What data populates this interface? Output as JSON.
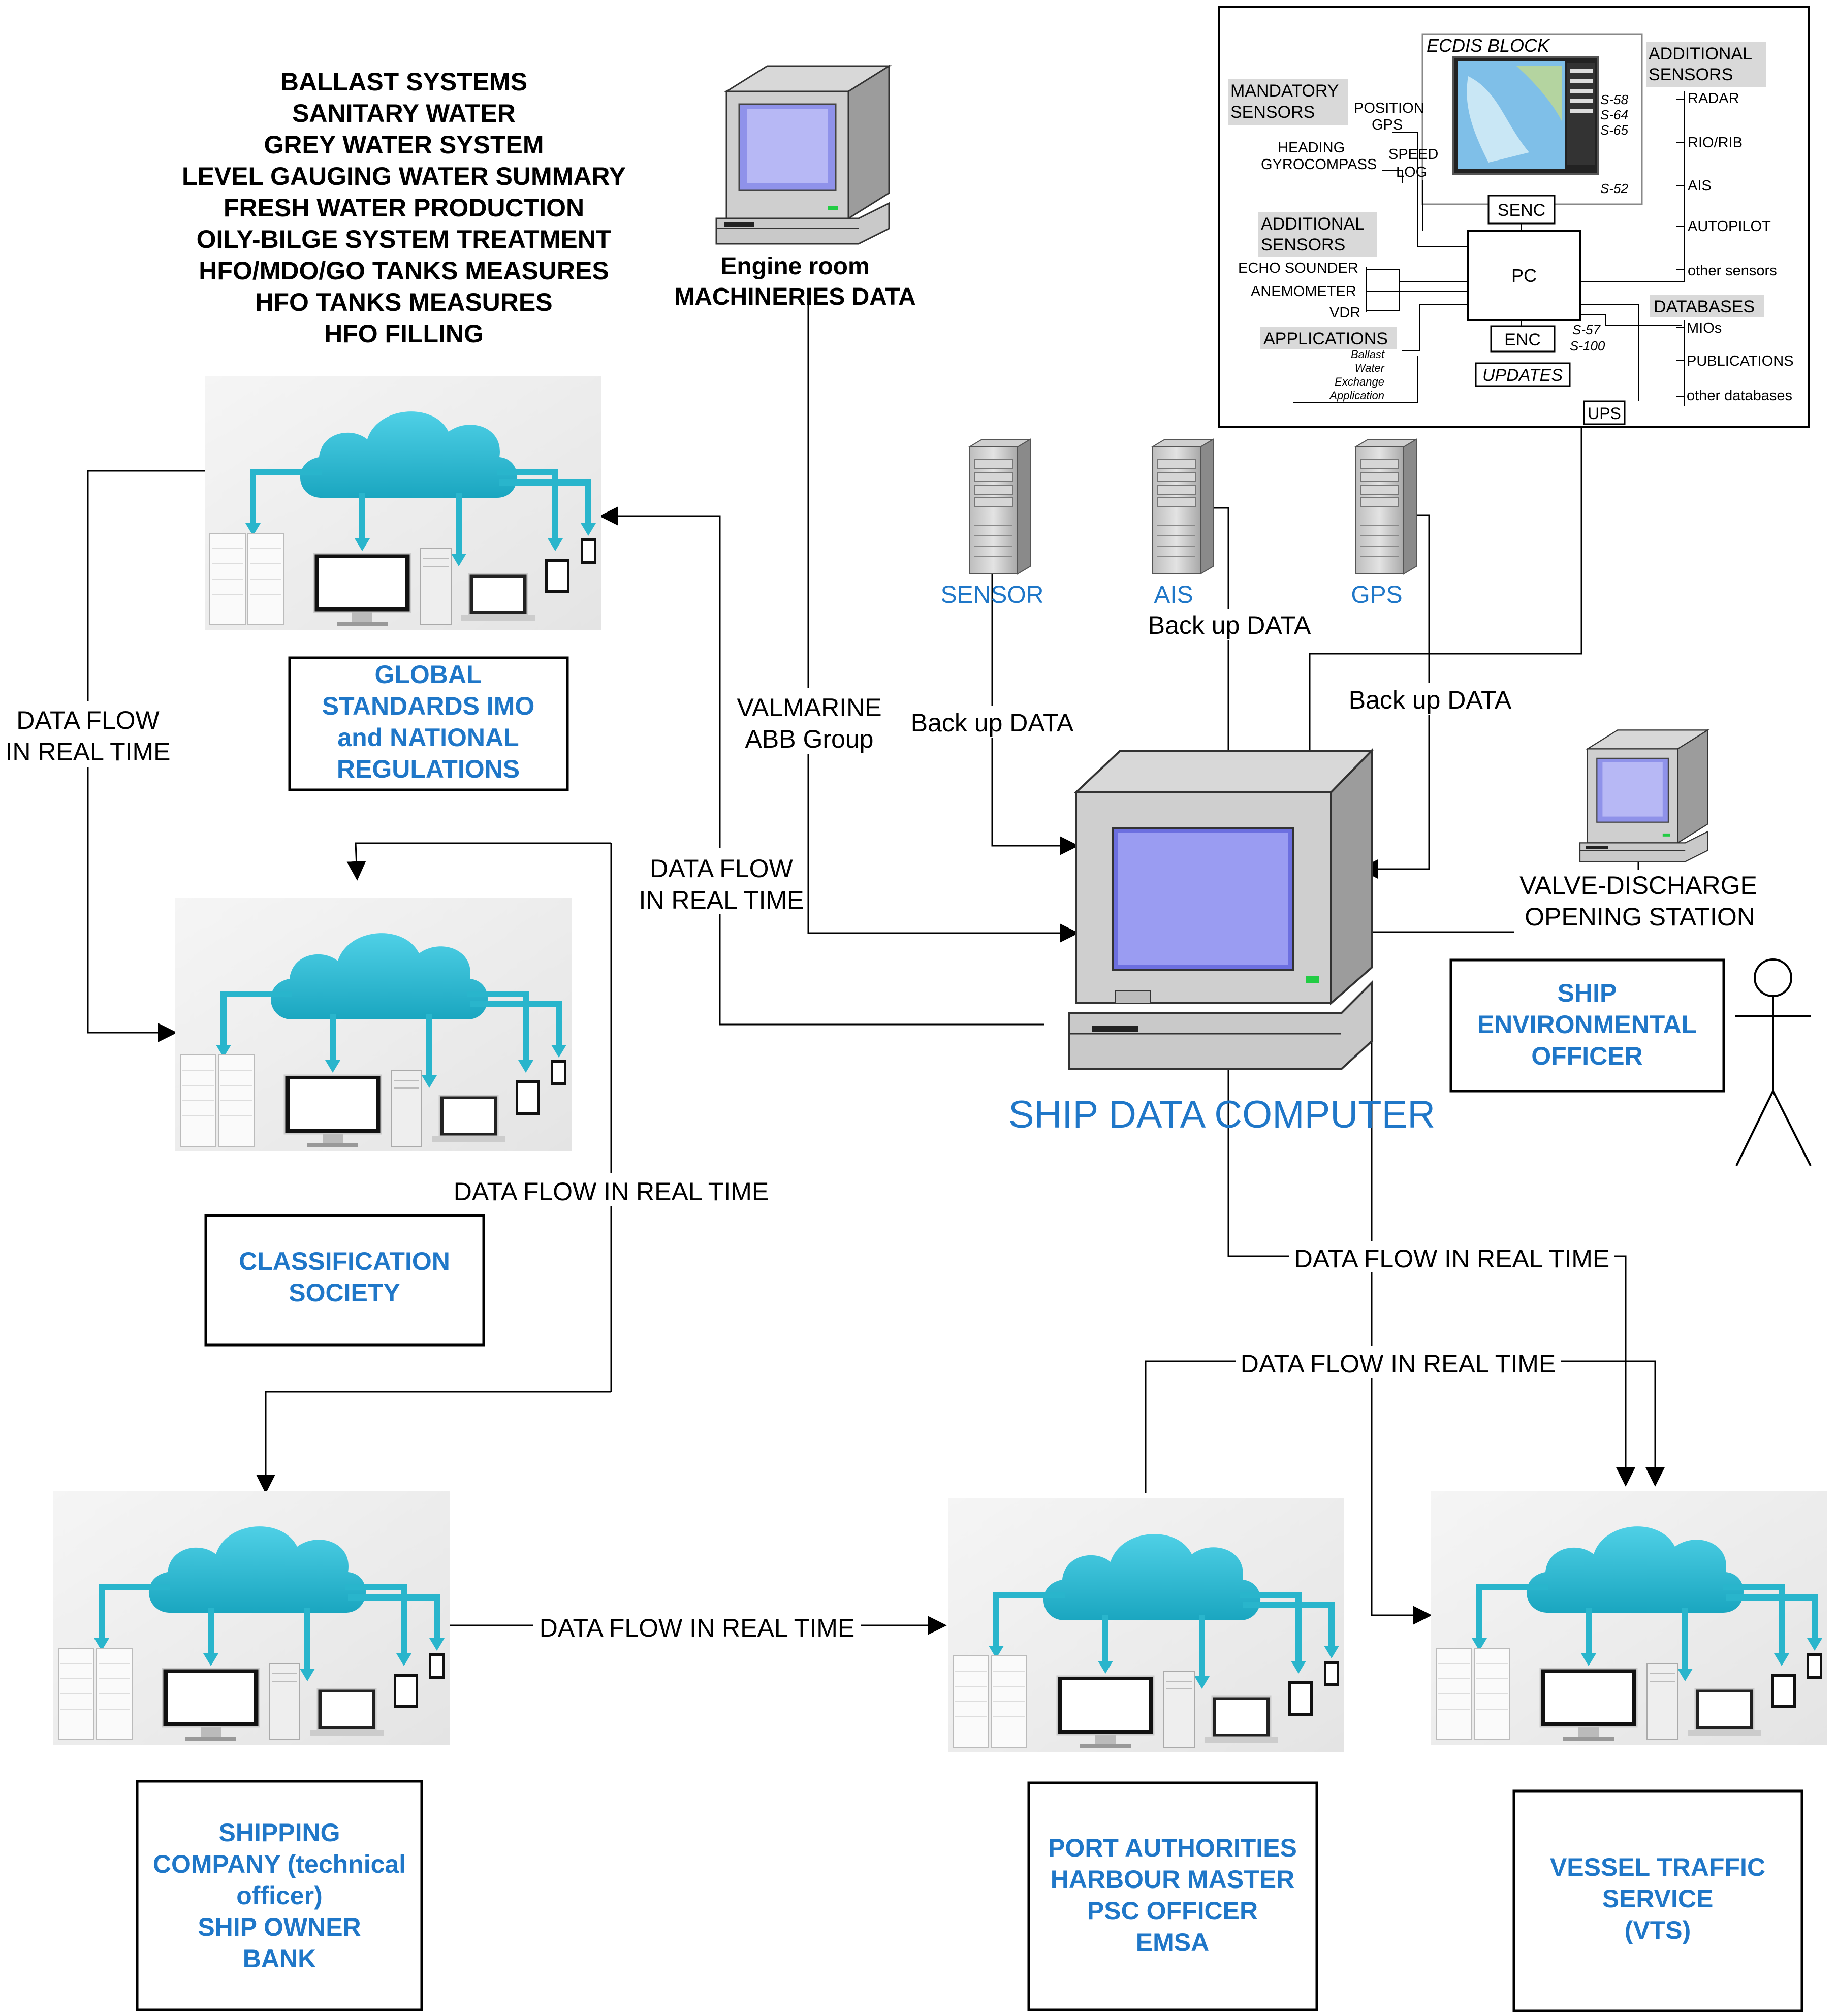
{
  "engine_room_items": [
    "BALLAST SYSTEMS",
    "SANITARY WATER",
    "GREY WATER SYSTEM",
    "LEVEL GAUGING WATER SUMMARY",
    "FRESH WATER PRODUCTION",
    "OILY-BILGE SYSTEM TREATMENT",
    "HFO/MDO/GO TANKS MEASURES",
    "HFO TANKS MEASURES",
    "HFO FILLING"
  ],
  "engine_room": {
    "line1": "Engine room",
    "line2": "MACHINERIES DATA"
  },
  "valmarine": {
    "line1": "VALMARINE",
    "line2": "ABB Group"
  },
  "servers": {
    "sensor": "SENSOR",
    "ais": "AIS",
    "gps": "GPS"
  },
  "backup": {
    "ais": "Back up DATA",
    "sensor": "Back up DATA",
    "gps": "Back up DATA"
  },
  "ship_computer_label": "SHIP DATA COMPUTER",
  "valve_station": {
    "line1": "VALVE-DISCHARGE",
    "line2": "OPENING STATION"
  },
  "flow": {
    "left_vertical": [
      "DATA FLOW",
      "IN REAL TIME"
    ],
    "center": [
      "DATA FLOW",
      "IN REAL TIME"
    ],
    "classification": "DATA FLOW IN REAL TIME",
    "bottom": "DATA FLOW IN REAL TIME",
    "vts1": "DATA FLOW IN REAL TIME",
    "vts2": "DATA FLOW IN REAL TIME"
  },
  "entities": {
    "global": [
      "GLOBAL",
      "STANDARDS IMO",
      "and NATIONAL",
      "REGULATIONS"
    ],
    "classification": [
      "CLASSIFICATION",
      "SOCIETY"
    ],
    "officer": [
      "SHIP",
      "ENVIRONMENTAL",
      "OFFICER"
    ],
    "shipping": [
      "SHIPPING",
      "COMPANY (technical",
      "officer)",
      "SHIP OWNER",
      "BANK"
    ],
    "port": [
      "PORT AUTHORITIES",
      "HARBOUR MASTER",
      "PSC OFFICER",
      "EMSA"
    ],
    "vts": [
      "VESSEL TRAFFIC",
      "SERVICE",
      "(VTS)"
    ]
  },
  "ecdis": {
    "title": "ECDIS BLOCK",
    "mandatory_sensors": [
      "MANDATORY",
      "SENSORS"
    ],
    "position": "POSITION",
    "gps": "GPS",
    "heading": "HEADING",
    "gyrocompass": "GYROCOMPASS",
    "speed": "SPEED",
    "log": "LOG",
    "additional_sensors_left": [
      "ADDITIONAL",
      "SENSORS"
    ],
    "echo_sounder": "ECHO SOUNDER",
    "anemometer": "ANEMOMETER",
    "vdr": "VDR",
    "applications": "APPLICATIONS",
    "ballast_app": [
      "Ballast",
      "Water",
      "Exchange",
      "Application"
    ],
    "senc": "SENC",
    "pc": "PC",
    "enc": "ENC",
    "updates": "UPDATES",
    "ups": "UPS",
    "s_codes_right": [
      "S-58",
      "S-64",
      "S-65"
    ],
    "s52": "S-52",
    "s57": "S-57",
    "s100": "S-100",
    "additional_sensors_right": [
      "ADDITIONAL",
      "SENSORS"
    ],
    "right_sensors": [
      "RADAR",
      "RIO/RIB",
      "AIS",
      "AUTOPILOT",
      "other sensors"
    ],
    "databases": "DATABASES",
    "right_databases": [
      "MIOs",
      "PUBLICATIONS",
      "other databases"
    ]
  },
  "colors": {
    "entity_text": "#1f77c8",
    "cloud": "#29b5cc",
    "screen": "#9a9cf2"
  }
}
